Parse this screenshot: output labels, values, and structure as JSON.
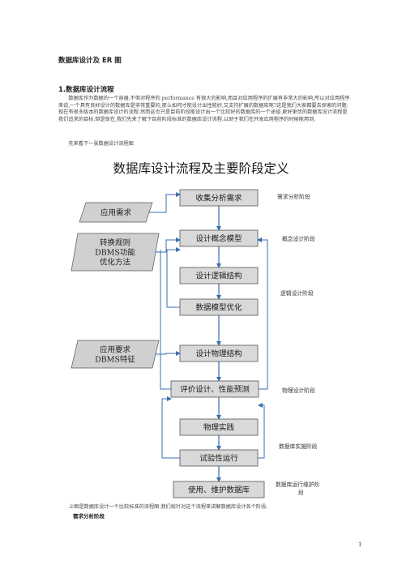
{
  "doc": {
    "title": "数据库设计及 ER 图",
    "section1_title": "1.数据库设计流程",
    "para1": "数据库作为数据的一个容器,不但对程序的 performance 有很大的影响,而且对应用程序的扩展有非常大的影响,所以对应用程序来说,一个具有良好设计的数据库是非常重要的,那么如何才能设计出性能好,又支持扩展的数据库呢?这是我们大家都要去探索的问题.现在有很多版本的数据库设计的流程.然而这也只是目前阶段能设计出一个比较好的数据库的一个途径.更好更优的数据库设计流程是我们追求的目标.但是现在,我们先来了解下目前阶段标准的数据库设计流程.以助于我们在开发应用程序的时候能用到.",
    "para2": "先来看下一张数据设计流程图",
    "caption": "上图是数据库设计一个比较标准的流程图.我们就针对这个流程来讲解数据库设计各个阶段.",
    "subsection_title": "需求分析阶段",
    "page_number": "1"
  },
  "diagram": {
    "title": "数据库设计流程及主要阶段定义",
    "steps": [
      "收集分析需求",
      "设计概念模型",
      "设计逻辑结构",
      "数据模型优化",
      "设计物理结构",
      "评价设计、性能预测",
      "物理实践",
      "试验性运行",
      "使用、维护数据库"
    ],
    "inputs": [
      {
        "lines": [
          "应用需求"
        ]
      },
      {
        "lines": [
          "转换规则",
          "DBMS功能",
          "优化方法"
        ]
      },
      {
        "lines": [
          "应用要求",
          "DBMS特征"
        ]
      }
    ],
    "stages": [
      {
        "lines": [
          "需求分析阶段"
        ]
      },
      {
        "lines": [
          "概念设计阶段"
        ]
      },
      {
        "lines": [
          "逻辑设计阶段"
        ]
      },
      {
        "lines": [
          "物理设计阶段"
        ]
      },
      {
        "lines": [
          "数据库实施阶段"
        ]
      },
      {
        "lines": [
          "数据库运行维护阶",
          "段"
        ]
      }
    ]
  },
  "colors": {
    "box_fill": "#d9d9d9",
    "input_fill": "#d0d0d0",
    "arrow": "#3a6fb0",
    "box_border": "#555555"
  }
}
